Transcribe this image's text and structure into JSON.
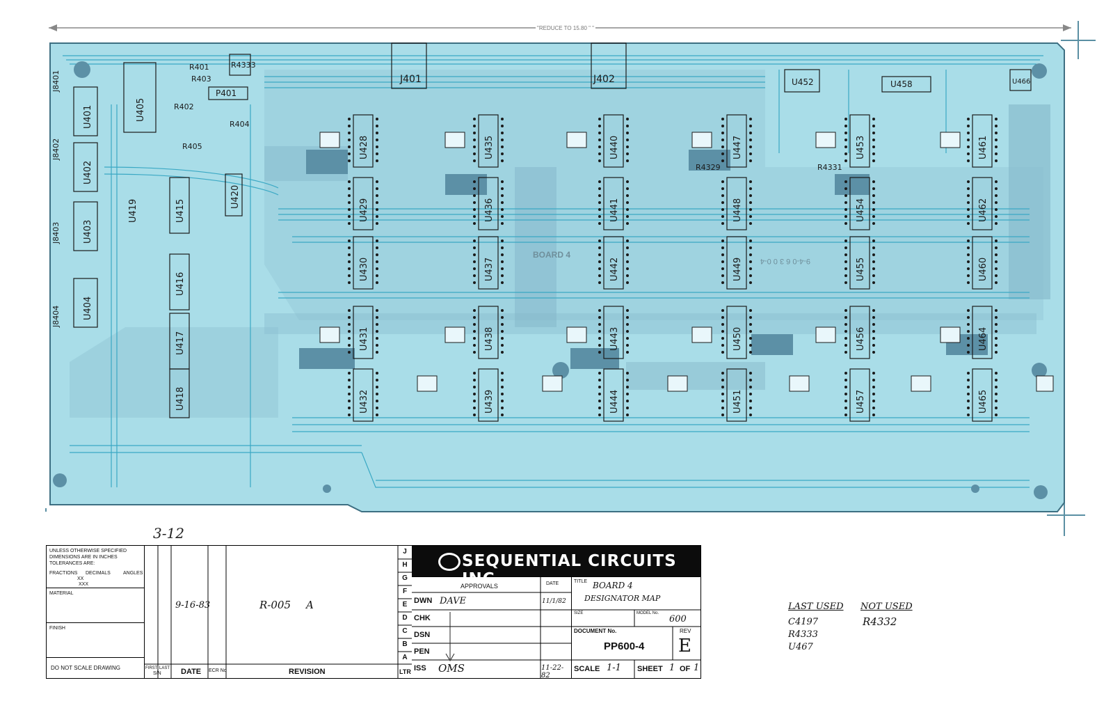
{
  "header": {
    "reduce_note": "\"REDUCE TO 15.80 \" \""
  },
  "board": {
    "watermark": "BOARD 4",
    "connectors": [
      "J401",
      "J402",
      "P401",
      "J8401",
      "J8402",
      "J8403",
      "J8404"
    ],
    "ics_top": [
      "U401",
      "U402",
      "U403",
      "U404",
      "U405",
      "U415",
      "U416",
      "U417",
      "U418",
      "U419",
      "U420"
    ],
    "ics_row1": [
      "U428",
      "U435",
      "U440",
      "U447",
      "U453",
      "U461"
    ],
    "ics_row2": [
      "U429",
      "U436",
      "U441",
      "U448",
      "U454",
      "U462"
    ],
    "ics_row3": [
      "U430",
      "U437",
      "U442",
      "U449",
      "U455",
      "U460"
    ],
    "ics_row4": [
      "U431",
      "U438",
      "U443",
      "U450",
      "U456",
      "U464"
    ],
    "ics_row5": [
      "U432",
      "U439",
      "U444",
      "U451",
      "U457",
      "U465"
    ],
    "chips_top_right": [
      "U452",
      "U458",
      "U466"
    ],
    "resistors": [
      "R4333",
      "R405",
      "R4329",
      "R4331",
      "R401",
      "R402",
      "R403",
      "R404"
    ],
    "annot_312": "3-12",
    "partno": "9-4-0 6 3 0 0-4"
  },
  "title_block": {
    "tolerance_note_1": "UNLESS OTHERWISE SPECIFIED",
    "tolerance_note_2": "DIMENSIONS ARE IN INCHES",
    "tolerance_note_3": "TOLERANCES ARE:",
    "fractions": "FRACTIONS",
    "decimals": "DECIMALS",
    "angles": "ANGLES",
    "xx": "XX",
    "xxx": "XXX",
    "material": "MATERIAL",
    "finish": "FINISH",
    "do_not_scale": "DO NOT SCALE DRAWING",
    "first": "FIRST",
    "last": "LAST",
    "sn": "S/N",
    "date_col": "DATE",
    "ecr_col": "ECR No",
    "revision_col": "REVISION",
    "ltr_col": "LTR",
    "letters": [
      "J",
      "H",
      "G",
      "F",
      "E",
      "D",
      "C",
      "B",
      "A"
    ],
    "rev_entry_date": "9-16-83",
    "rev_entry_ecr": "R-005",
    "rev_entry_ltr": "A",
    "company": "SEQUENTIAL CIRCUITS INC",
    "approvals": "APPROVALS",
    "date_hdr": "DATE",
    "dwn": "DWN",
    "dwn_name": "DAVE",
    "dwn_date": "11/1/82",
    "chk": "CHK",
    "dsn": "DSN",
    "pen": "PEN",
    "iss": "ISS",
    "iss_name": "OMS",
    "iss_date": "11-22-82",
    "title_lbl": "TITLE",
    "title_1": "BOARD 4",
    "title_2": "DESIGNATOR MAP",
    "size_lbl": "SIZE",
    "model_lbl": "MODEL No.",
    "model_val": "600",
    "doc_lbl": "DOCUMENT No.",
    "doc_val": "PP600-4",
    "rev_lbl": "REV",
    "rev_val": "E",
    "scale_lbl": "SCALE",
    "scale_val": "1-1",
    "sheet_lbl": "SHEET",
    "sheet_val": "1",
    "of_lbl": "OF",
    "of_val": "1"
  },
  "notes": {
    "last_used_hdr": "LAST USED",
    "last_used": [
      "C4197",
      "R4333",
      "U467"
    ],
    "not_used_hdr": "NOT USED",
    "not_used": [
      "R4332"
    ]
  },
  "colors": {
    "board": "#a9dde8",
    "trace": "#3aa8c4",
    "copper": "#5c90a6",
    "ink": "#1a1a1a"
  }
}
